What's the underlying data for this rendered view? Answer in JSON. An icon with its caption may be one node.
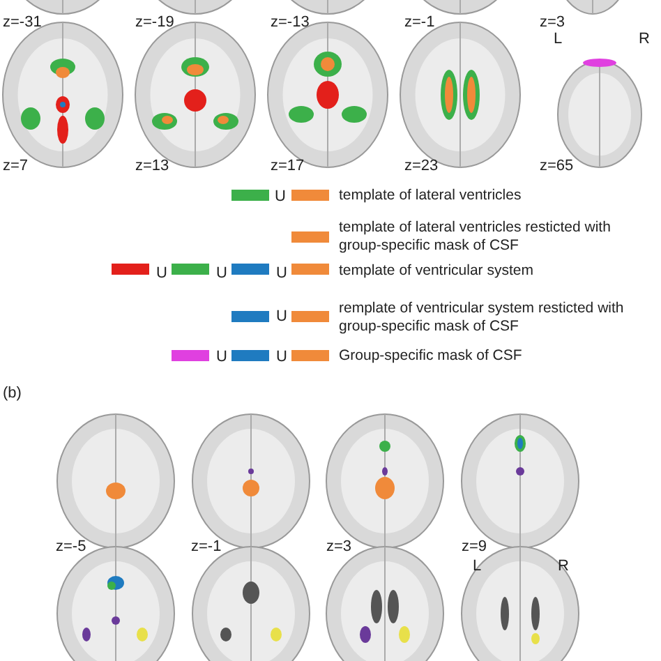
{
  "diagram": {
    "labels": [
      "z=-31",
      "z=-19",
      "z=-13",
      "z=-1",
      "z=3",
      "L",
      "R",
      "z=7",
      "z=13",
      "z=17",
      "z=23",
      "z=65",
      "U",
      "U",
      "U",
      "U",
      "U",
      "U",
      "U",
      "(b)",
      "z=-5",
      "z=-1",
      "z=3",
      "z=9",
      "L",
      "R"
    ],
    "legend": [
      {
        "text": "template of lateral ventricles"
      },
      {
        "text": "template of lateral ventricles resticted with group-specific mask of CSF"
      },
      {
        "text": "template of ventricular system"
      },
      {
        "text": "remplate of ventricular system resticted with group-specific mask of CSF"
      },
      {
        "text": "Group-specific mask of CSF"
      }
    ]
  }
}
